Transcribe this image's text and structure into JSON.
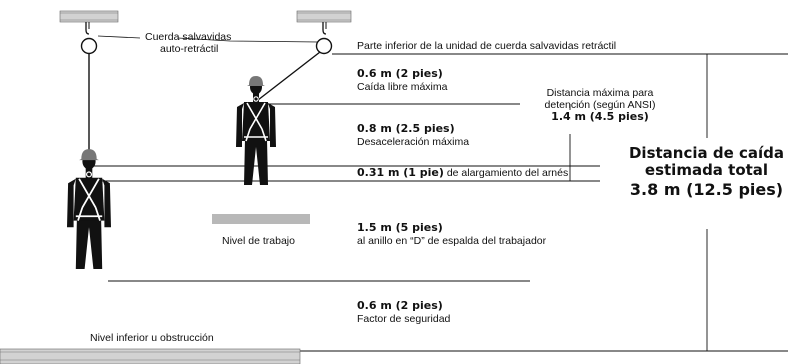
{
  "labels": {
    "lifeline_name_1": "Cuerda salvavidas",
    "lifeline_name_2": "auto-retráctil",
    "unit_bottom": "Parte inferior de la unidad de cuerda salvavidas retráctil",
    "free_fall_value": "0.6 m (2 pies)",
    "free_fall_text": "Caída libre máxima",
    "decel_value": "0.8 m (2.5 pies)",
    "decel_text": "Desaceleración máxima",
    "ansi_line_1": "Distancia máxima para",
    "ansi_line_2": "detención (según ANSI)",
    "ansi_value": "1.4 m (4.5 pies)",
    "harness_value": "0.31 m (1 pie)",
    "harness_text": "de alargamiento del arnés",
    "total_line_1": "Distancia de caída",
    "total_line_2": "estimada total",
    "total_value": "3.8 m (12.5 pies)",
    "dring_value": "1.5 m (5 pies)",
    "dring_text": "al anillo en “D” de espalda del trabajador",
    "work_level": "Nivel de trabajo",
    "safety_value": "0.6 m (2 pies)",
    "safety_text": "Factor de seguridad",
    "lower_level": "Nivel inferior u obstrucción"
  },
  "colors": {
    "figure": "#111111",
    "helmet": "#777777",
    "beam": "#d2d2d2",
    "platform": "#b8b8b8",
    "line": "#111111"
  }
}
